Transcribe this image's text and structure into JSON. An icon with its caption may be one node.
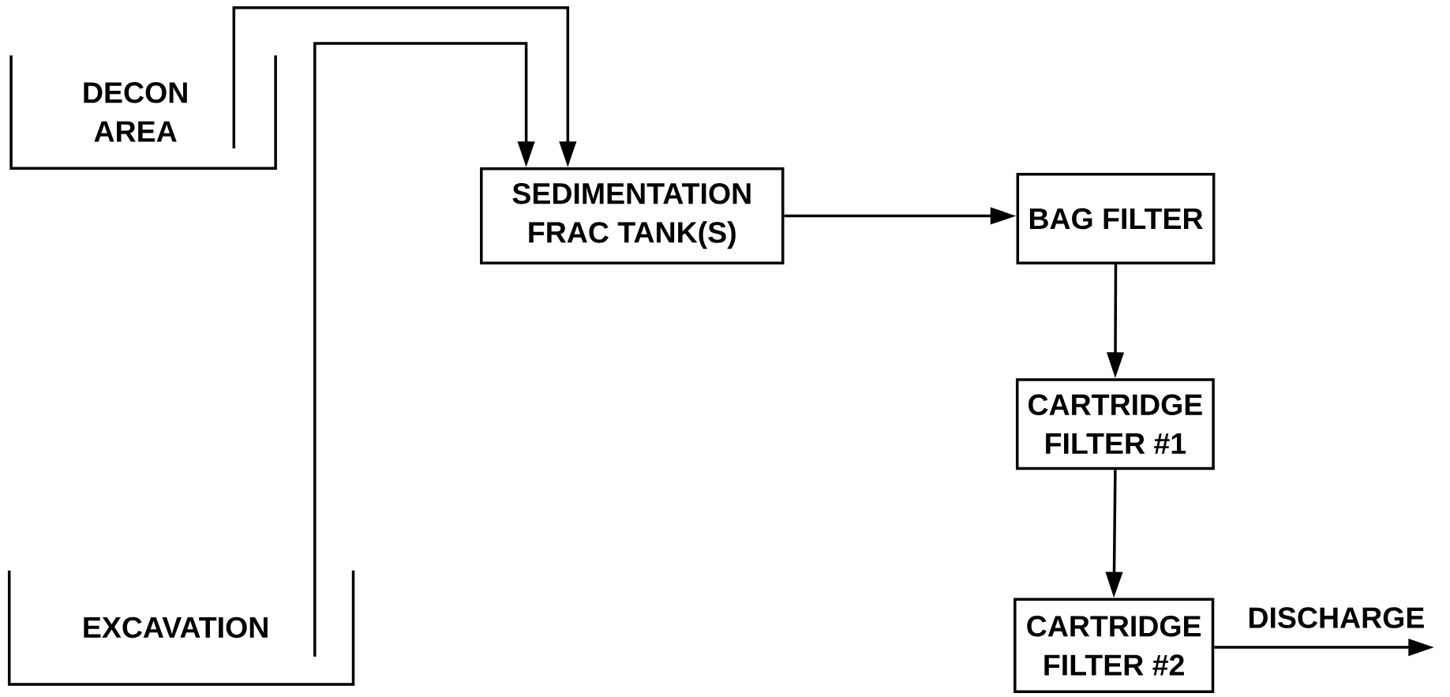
{
  "diagram": {
    "nodes": [
      {
        "text": [
          "DECON AREA"
        ]
      },
      {
        "text": [
          "EXCAVATION"
        ]
      },
      {
        "text": [
          "SEDIMENTATION FRAC TANK(S)"
        ]
      },
      {
        "text": [
          "BAG FILTER"
        ]
      },
      {
        "text": [
          "CARTRIDGE FILTER #1"
        ]
      },
      {
        "text": [
          "CARTRIDGE FILTER #2"
        ]
      }
    ],
    "edges": [
      {
        "from": 0,
        "to": 2,
        "arrow": "to"
      },
      {
        "from": 1,
        "to": 2,
        "arrow": "to"
      },
      {
        "from": 2,
        "to": 3,
        "arrow": "to"
      },
      {
        "from": 3,
        "to": 4,
        "arrow": "to"
      },
      {
        "from": 4,
        "to": 5,
        "arrow": "to"
      },
      {
        "from": 5,
        "to": null,
        "arrow": "to",
        "label": "DISCHARGE"
      }
    ]
  }
}
